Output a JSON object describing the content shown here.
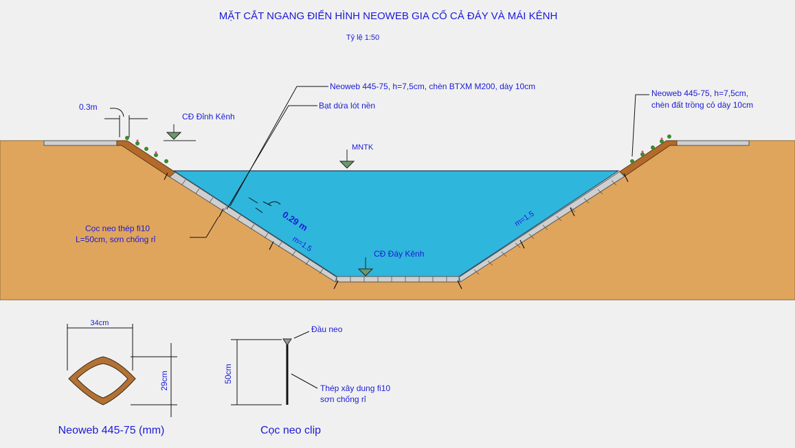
{
  "title": "MẶT CẮT NGANG ĐIỂN HÌNH NEOWEB GIA CỐ CẢ ĐÁY VÀ MÁI KÊNH",
  "scale": "Tỷ lệ 1:50",
  "labels": {
    "neoweb_bottom": "Neoweb 445-75, h=7,5cm, chèn BTXM M200, dày 10cm",
    "liner": "Bạt dứa lót nền",
    "neoweb_top_line1": "Neoweb 445-75, h=7,5cm,",
    "neoweb_top_line2": "chèn đất trồng cỏ dày 10cm",
    "berm_width": "0.3m",
    "crest_level": "CĐ Đỉnh Kênh",
    "water_level": "MNTK",
    "bed_level": "CĐ Đáy Kênh",
    "thickness": "0.29 m",
    "slope_left": "m=1.5",
    "slope_right": "m=1.5",
    "anchor_line1": "Cọc neo thép fi10",
    "anchor_line2": "L=50cm, sơn chống rỉ",
    "cell_width": "34cm",
    "cell_height": "29cm",
    "cell_caption": "Neoweb 445-75 (mm)",
    "pin_height": "50cm",
    "pin_head": "Đầu neo",
    "pin_body_line1": "Thép xây dung fi10",
    "pin_body_line2": "sơn chống rỉ",
    "pin_caption": "Cọc neo clip"
  },
  "colors": {
    "soil": "#e0a55c",
    "water": "#2fb6dc",
    "text": "#1a1ad6",
    "concrete": "#cfcfcf",
    "cell_fill": "#b37233"
  }
}
